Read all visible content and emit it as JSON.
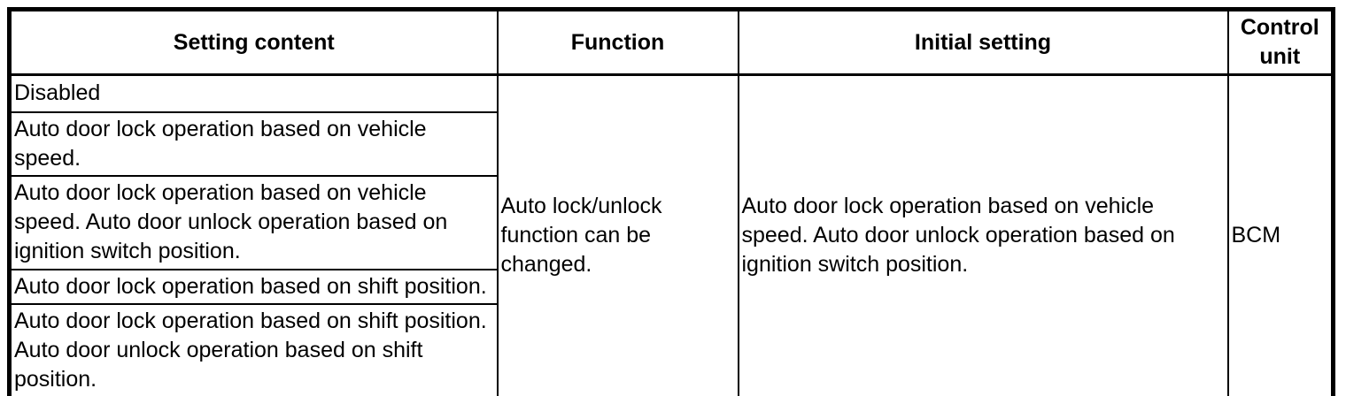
{
  "colors": {
    "border": "#000000",
    "text": "#000000",
    "background": "#ffffff"
  },
  "table": {
    "headers": {
      "setting_content": "Setting content",
      "function": "Function",
      "initial_setting": "Initial setting",
      "control_unit": "Control unit"
    },
    "rows": [
      {
        "setting": "Disabled"
      },
      {
        "setting": "Auto door lock operation based on vehicle speed."
      },
      {
        "setting": "Auto door lock operation based on vehicle speed. Auto door unlock operation based on ignition switch position."
      },
      {
        "setting": "Auto door lock operation based on shift position."
      },
      {
        "setting": "Auto door lock operation based on shift position. Auto door unlock operation based on shift position."
      }
    ],
    "merged": {
      "function": "Auto lock/unlock function can be changed.",
      "initial_setting": "Auto door lock operation based on vehicle speed. Auto door unlock operation based on ignition switch position.",
      "control_unit": "BCM"
    }
  }
}
